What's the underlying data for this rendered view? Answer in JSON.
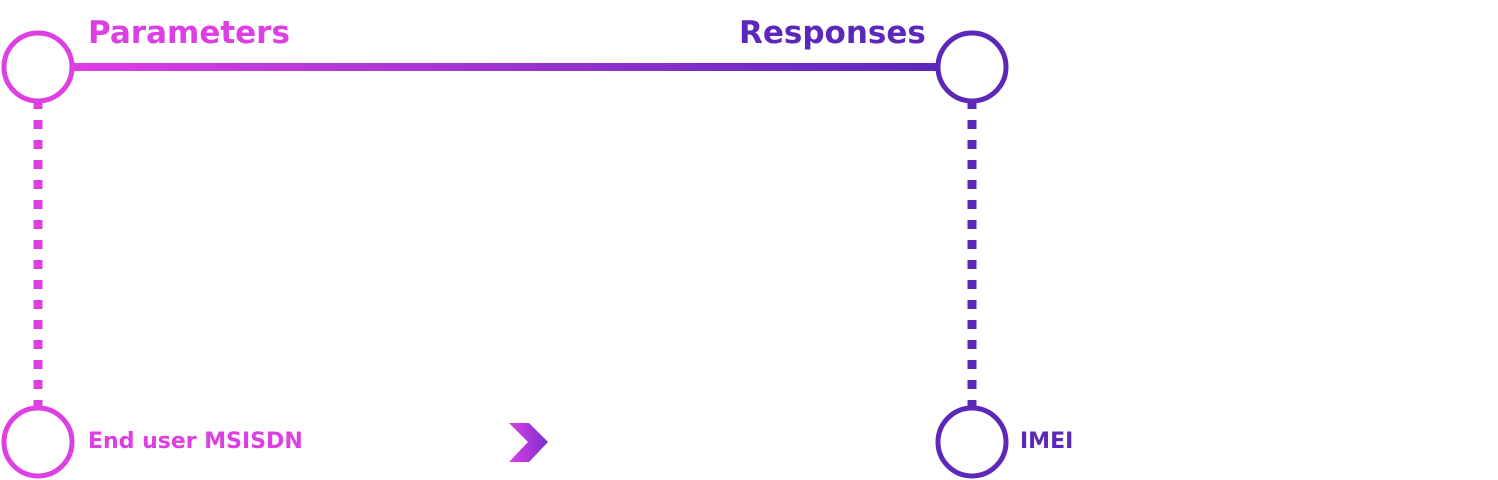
{
  "headers": {
    "parameters": "Parameters",
    "responses": "Responses"
  },
  "items": {
    "parameter": "End user MSISDN",
    "response": "IMEI"
  },
  "colors": {
    "parameters_accent": "#dd3fe3",
    "responses_accent": "#5b28b9",
    "background": "#ffffff"
  },
  "icons": {
    "arrow": "chevron-right-icon",
    "node": "circle-node-icon"
  }
}
